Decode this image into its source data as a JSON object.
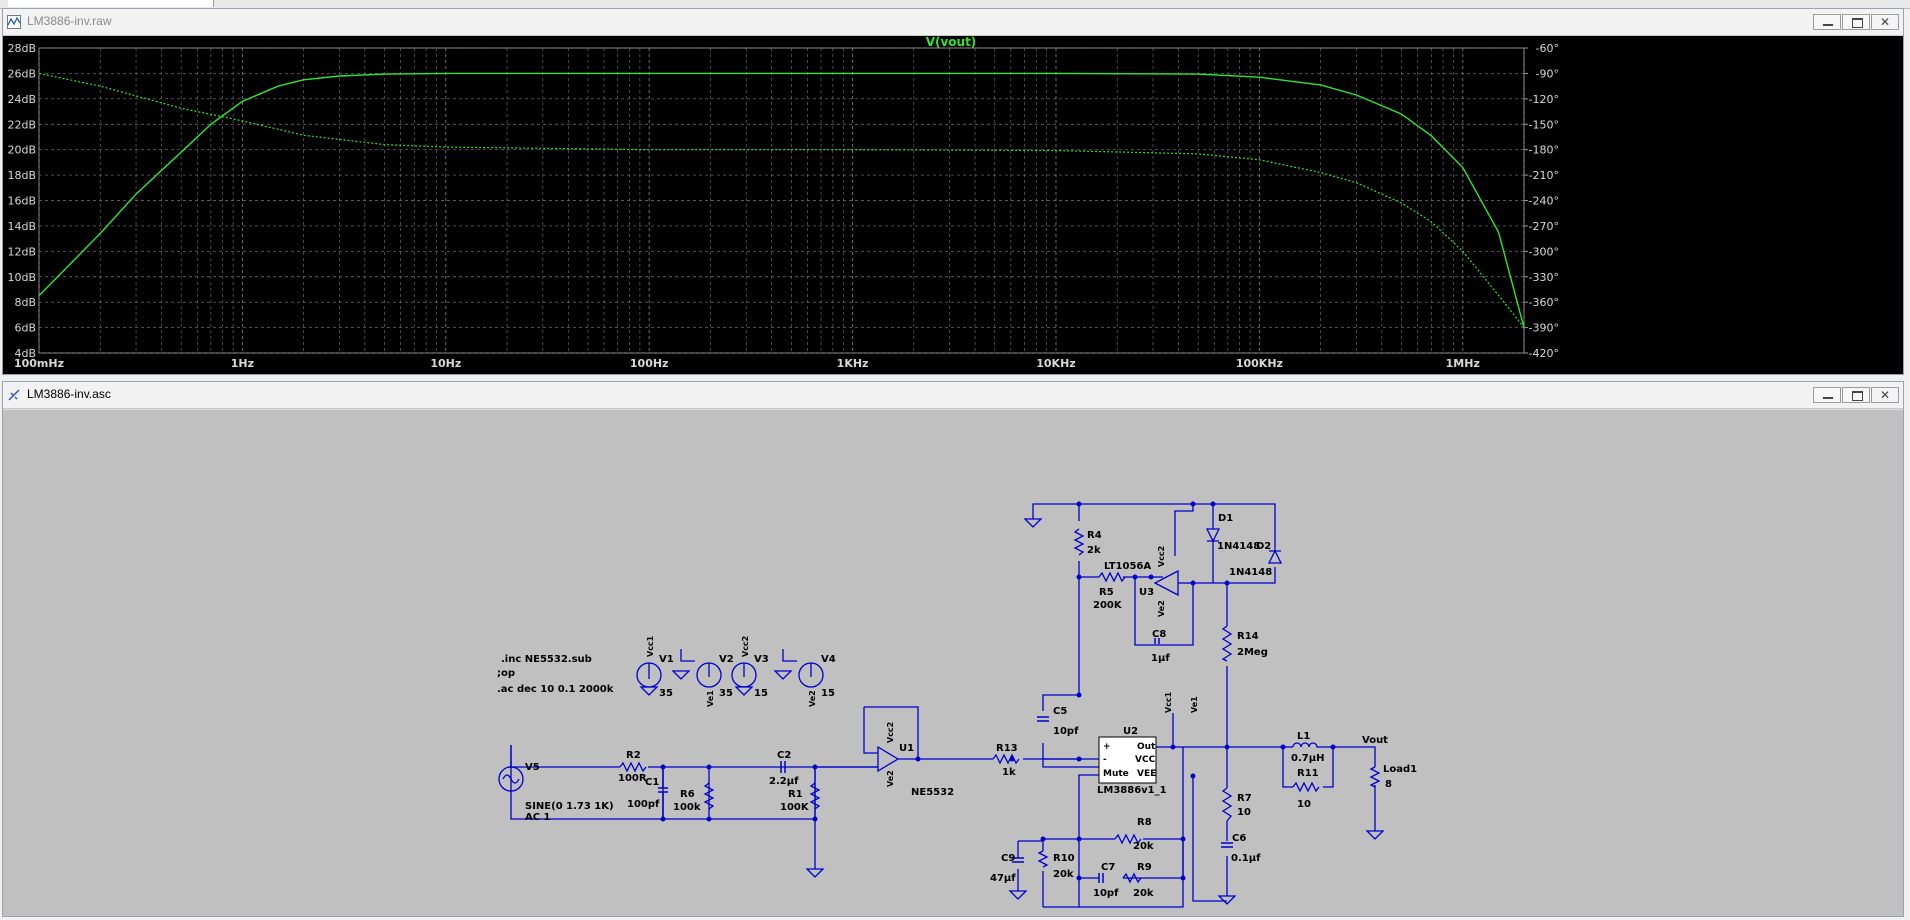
{
  "top_tab": {
    "label": "LM3886-inv.raw"
  },
  "plot_window": {
    "title": "LM3886-inv.raw",
    "buttons": {
      "minimize": "minimize",
      "restore": "restore",
      "close": "close"
    }
  },
  "schematic_window": {
    "title": "LM3886-inv.asc",
    "buttons": {
      "minimize": "minimize",
      "restore": "restore",
      "close": "×"
    }
  },
  "colors": {
    "trace": "#2ee62e",
    "grid": "#7a7a7a",
    "wire": "#0000cd",
    "schematic_bg": "#c0c0c0"
  },
  "chart_data": {
    "type": "line",
    "title": "V(vout)",
    "xscale": "log",
    "x_ticks": [
      "100mHz",
      "1Hz",
      "10Hz",
      "100Hz",
      "1KHz",
      "10KHz",
      "100KHz",
      "1MHz"
    ],
    "x_tick_values": [
      0.1,
      1,
      10,
      100,
      1000,
      10000,
      100000,
      1000000
    ],
    "xlim": [
      0.1,
      2000000
    ],
    "y_left_ticks": [
      "28dB",
      "26dB",
      "24dB",
      "22dB",
      "20dB",
      "18dB",
      "16dB",
      "14dB",
      "12dB",
      "10dB",
      "8dB",
      "6dB",
      "4dB"
    ],
    "ylim_left": [
      4,
      28
    ],
    "y_right_ticks": [
      "-60°",
      "-90°",
      "-120°",
      "-150°",
      "-180°",
      "-210°",
      "-240°",
      "-270°",
      "-300°",
      "-330°",
      "-360°",
      "-390°",
      "-420°"
    ],
    "ylim_right": [
      -420,
      -60
    ],
    "grid": true,
    "series": [
      {
        "style": "solid",
        "axis": "left",
        "x": [
          0.1,
          0.2,
          0.3,
          0.5,
          0.7,
          1,
          1.5,
          2,
          3,
          5,
          10,
          100,
          1000,
          10000,
          50000,
          100000,
          200000,
          300000,
          500000,
          700000,
          1000000,
          1500000,
          2000000
        ],
        "values": [
          8.5,
          13.4,
          16.5,
          19.8,
          22.0,
          23.8,
          25.0,
          25.5,
          25.8,
          25.95,
          26.0,
          26.0,
          26.0,
          26.0,
          25.95,
          25.7,
          25.1,
          24.3,
          22.8,
          21.1,
          18.6,
          13.5,
          6.0
        ]
      },
      {
        "style": "dotted",
        "axis": "right",
        "x": [
          0.1,
          0.2,
          0.5,
          1,
          2,
          5,
          10,
          100,
          1000,
          10000,
          50000,
          100000,
          200000,
          300000,
          500000,
          700000,
          1000000,
          1500000,
          2000000
        ],
        "values": [
          -90,
          -105,
          -131,
          -146,
          -163,
          -174,
          -177,
          -180,
          -180,
          -181,
          -185,
          -192,
          -207,
          -219,
          -243,
          -265,
          -300,
          -352,
          -390
        ]
      }
    ]
  },
  "schematic": {
    "directives": [
      ".inc NE5532.sub",
      ";op",
      ".ac dec 10 0.1 2000k"
    ],
    "labels": {
      "v1": "V1",
      "v1_val": "35",
      "v1_net": "Vcc1",
      "v2": "V2",
      "v2_val": "35",
      "v2_net": "Ve1",
      "v3": "V3",
      "v3_val": "15",
      "v3_net": "Vcc2",
      "v4": "V4",
      "v4_val": "15",
      "v4_net": "Ve2",
      "v5": "V5",
      "v5_val1": "SINE(0 1.73 1K)",
      "v5_val2": "AC 1",
      "r2": "R2",
      "r2_val": "100R",
      "c1": "C1",
      "c1_val": "100pf",
      "r6": "R6",
      "r6_val": "100k",
      "c2": "C2",
      "c2_val": "2.2µf",
      "r1": "R1",
      "r1_val": "100K",
      "u1": "U1",
      "u1_val": "NE5532",
      "u1_vcc": "Vcc2",
      "u1_vee": "Ve2",
      "r13": "R13",
      "r13_val": "1k",
      "c5": "C5",
      "c5_val": "10pf",
      "u2": "U2",
      "u2_val": "LM3886v1_1",
      "u2_out": "Out",
      "u2_vcc": "VCC",
      "u2_vee": "VEE",
      "u2_mute": "Mute",
      "u2_plus": "+",
      "u2_minus": "-",
      "u2_net_vcc": "Vcc1",
      "u2_net_ve": "Ve1",
      "r4": "R4",
      "r4_val": "2k",
      "r5": "R5",
      "r5_val": "200K",
      "u3": "U3",
      "u3_val": "LT1056A",
      "u3_vcc": "Vcc2",
      "u3_ve": "Ve2",
      "c8": "C8",
      "c8_val": "1µf",
      "d1": "D1",
      "d1_val": "1N4148",
      "d2": "D2",
      "d2_val": "1N4148",
      "r14": "R14",
      "r14_val": "2Meg",
      "r7": "R7",
      "r7_val": "10",
      "c6": "C6",
      "c6_val": "0.1µf",
      "l1": "L1",
      "l1_val": "0.7µH",
      "r11": "R11",
      "r11_val": "10",
      "vout": "Vout",
      "load": "Load1",
      "load_val": "8",
      "r8": "R8",
      "r8_val": "20k",
      "r9": "R9",
      "r9_val": "20k",
      "r10": "R10",
      "r10_val": "20k",
      "c7": "C7",
      "c7_val": "10pf",
      "c9": "C9",
      "c9_val": "47µf"
    }
  }
}
